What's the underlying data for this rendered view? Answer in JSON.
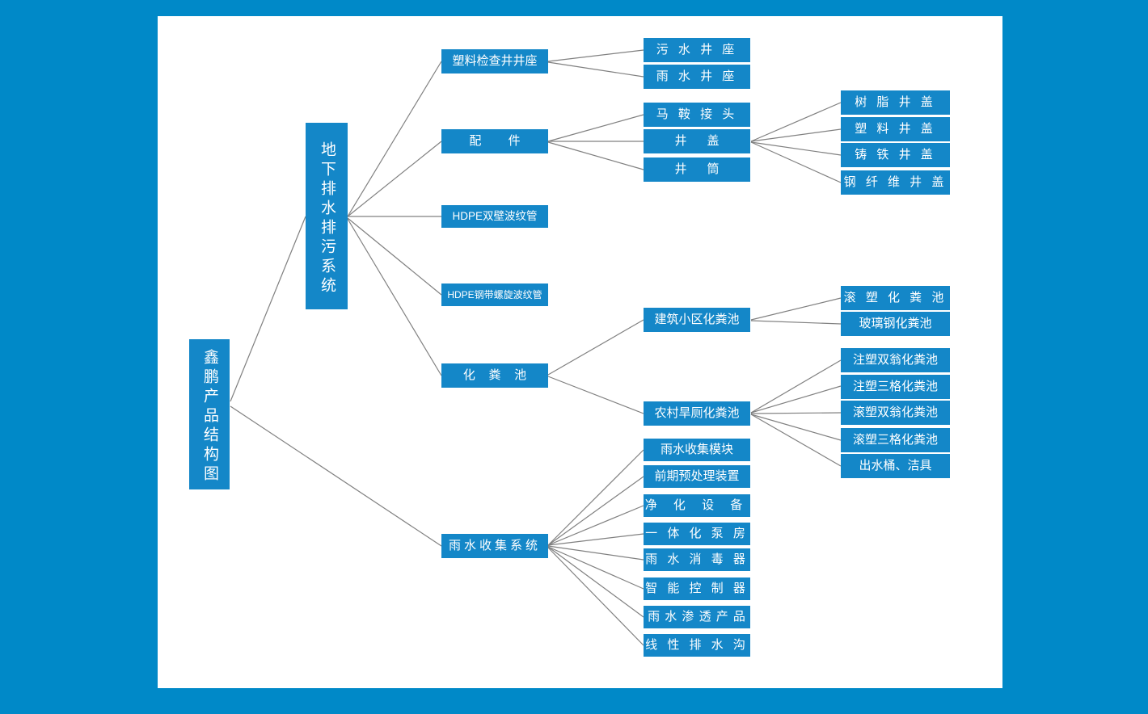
{
  "diagram": {
    "title": "鑫鹏产品结构图",
    "background_color": "#0089c8",
    "canvas_color": "#ffffff",
    "node_color": "#1487c8",
    "node_text_color": "#ffffff",
    "edge_color": "#808080"
  },
  "nodes": {
    "root": {
      "label": "鑫鹏产品结构图"
    },
    "l1": [
      {
        "id": "underground",
        "label": "地下排水排污系统"
      },
      {
        "id": "rainwater",
        "label": "雨水收集系统"
      }
    ],
    "l2": [
      {
        "id": "inspection_base",
        "label": "塑料检查井井座"
      },
      {
        "id": "fittings",
        "label": "配        件"
      },
      {
        "id": "hdpe_double_wall",
        "label": "HDPE双壁波纹管"
      },
      {
        "id": "hdpe_steel_spiral",
        "label": "HDPE钢带螺旋波纹管"
      },
      {
        "id": "septic_tank",
        "label": "化    粪    池"
      }
    ],
    "inspection_base_children": [
      {
        "label": "污 水 井 座"
      },
      {
        "label": "雨 水 井 座"
      }
    ],
    "fittings_children": [
      {
        "label": "马 鞍 接 头"
      },
      {
        "label": "井      盖"
      },
      {
        "label": "井      筒"
      }
    ],
    "manhole_cover_children": [
      {
        "label": "树 脂 井 盖"
      },
      {
        "label": "塑 料 井 盖"
      },
      {
        "label": "铸 铁 井 盖"
      },
      {
        "label": "钢 纤 维 井 盖"
      }
    ],
    "septic_children": [
      {
        "id": "building_septic",
        "label": "建筑小区化粪池"
      },
      {
        "id": "rural_septic",
        "label": "农村旱厕化粪池"
      }
    ],
    "building_septic_children": [
      {
        "label": "滚 塑 化 粪 池"
      },
      {
        "label": "玻璃钢化粪池"
      }
    ],
    "rural_septic_children": [
      {
        "label": "注塑双翁化粪池"
      },
      {
        "label": "注塑三格化粪池"
      },
      {
        "label": "滚塑双翁化粪池"
      },
      {
        "label": "滚塑三格化粪池"
      },
      {
        "label": "出水桶、洁具"
      }
    ],
    "rainwater_children": [
      {
        "label": "雨水收集模块"
      },
      {
        "label": "前期预处理装置"
      },
      {
        "label": "净 化 设 备"
      },
      {
        "label": "一 体 化 泵 房"
      },
      {
        "label": "雨 水 消 毒 器"
      },
      {
        "label": "智 能 控 制 器"
      },
      {
        "label": "雨 水 渗 透 产 品"
      },
      {
        "label": "线 性 排 水 沟"
      }
    ]
  }
}
